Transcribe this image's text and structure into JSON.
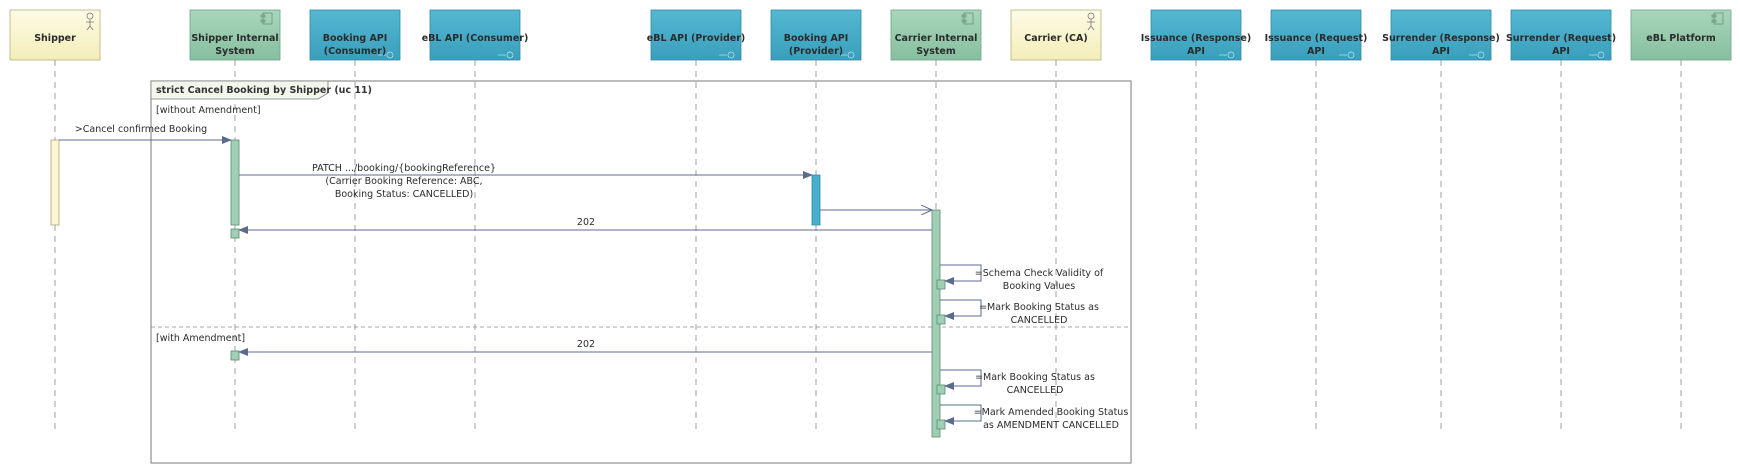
{
  "diagram": {
    "frame": {
      "title": "strict Cancel Booking by Shipper (uc 11)",
      "section1_guard": "[without Amendment]",
      "section2_guard": "[with Amendment]"
    },
    "lifelines": [
      {
        "id": "shipper",
        "line1": "Shipper",
        "line2": "",
        "kind": "actor"
      },
      {
        "id": "shipper-internal",
        "line1": "Shipper Internal",
        "line2": "System",
        "kind": "component"
      },
      {
        "id": "booking-api-consumer",
        "line1": "Booking API",
        "line2": "(Consumer)",
        "kind": "interface"
      },
      {
        "id": "ebl-api-consumer",
        "line1": "eBL API (Consumer)",
        "line2": "",
        "kind": "interface"
      },
      {
        "id": "ebl-api-provider",
        "line1": "eBL API (Provider)",
        "line2": "",
        "kind": "interface"
      },
      {
        "id": "booking-api-provider",
        "line1": "Booking API",
        "line2": "(Provider)",
        "kind": "interface"
      },
      {
        "id": "carrier-internal",
        "line1": "Carrier Internal",
        "line2": "System",
        "kind": "component"
      },
      {
        "id": "carrier-ca",
        "line1": "Carrier (CA)",
        "line2": "",
        "kind": "actor"
      },
      {
        "id": "issuance-response",
        "line1": "Issuance (Response)",
        "line2": "API",
        "kind": "interface"
      },
      {
        "id": "issuance-request",
        "line1": "Issuance (Request)",
        "line2": "API",
        "kind": "interface"
      },
      {
        "id": "surrender-response",
        "line1": "Surrender (Response)",
        "line2": "API",
        "kind": "interface"
      },
      {
        "id": "surrender-request",
        "line1": "Surrender (Request)",
        "line2": "API",
        "kind": "interface"
      },
      {
        "id": "ebl-platform",
        "line1": "eBL Platform",
        "line2": "",
        "kind": "component"
      }
    ],
    "messages": {
      "cancel_booking": ">Cancel confirmed Booking",
      "patch_line1": "PATCH .../booking/{bookingReference}",
      "patch_line2": "(Carrier Booking Reference: ABC,",
      "patch_line3": "Booking Status: CANCELLED)",
      "response_202_a": "202",
      "schema_line1": "=Schema Check Validity of",
      "schema_line2": "Booking Values",
      "mark_line1": "=Mark Booking Status as",
      "mark_line2": "CANCELLED",
      "response_202_b": "202",
      "mark2_line1": "=Mark Booking Status as",
      "mark2_line2": "CANCELLED",
      "amend_line1": "=Mark Amended Booking Status",
      "amend_line2": "as AMENDMENT CANCELLED"
    },
    "colors": {
      "actor_fill": "#fbf7d4",
      "component_fill": "#9fcfb4",
      "interface_fill": "#47afca",
      "line": "#5b6b8c"
    }
  }
}
